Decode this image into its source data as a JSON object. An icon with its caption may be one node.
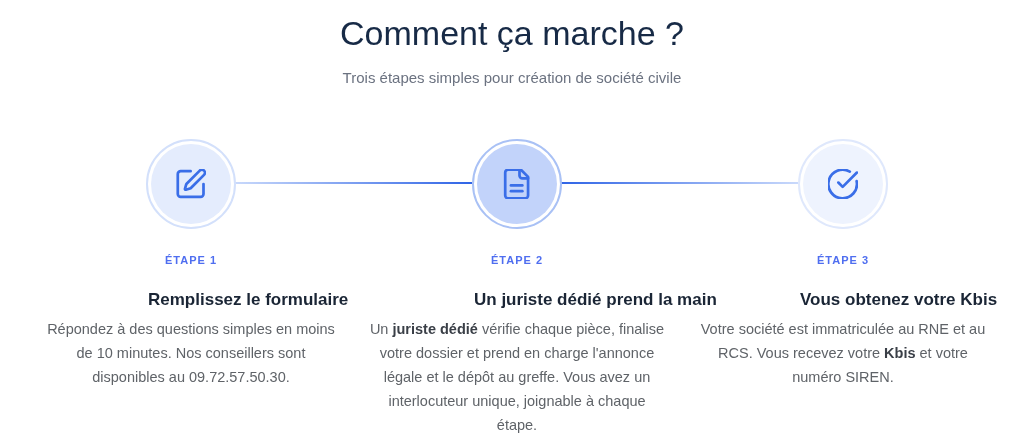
{
  "diagram": {
    "title": "Comment ça marche ?",
    "nodes": [
      {
        "text": [
          "ÉTAPE 1",
          "Remplissez le formulaire",
          "Répondez à des questions simples en moins de 10 minutes. Nos conseillers sont disponibles au 09.72.57.50.30."
        ]
      },
      {
        "text": [
          "ÉTAPE 2",
          "Un juriste dédié prend la main",
          "Un **juriste dédié** vérifie chaque pièce, finalise votre dossier et prend en charge l'annonce légale et le dépôt au greffe. Vous avez un interlocuteur unique, joignable à chaque étape."
        ]
      },
      {
        "text": [
          "ÉTAPE 3",
          "Vous obtenez votre Kbis",
          "Votre société est immatriculée au RNE et au RCS. Vous recevez votre **Kbis** et votre numéro SIREN."
        ]
      }
    ],
    "edges": [
      {
        "from": 0,
        "to": 1,
        "arrow": "none"
      },
      {
        "from": 1,
        "to": 2,
        "arrow": "none"
      }
    ],
    "labels": [
      "Trois étapes simples pour création de société civile"
    ]
  }
}
